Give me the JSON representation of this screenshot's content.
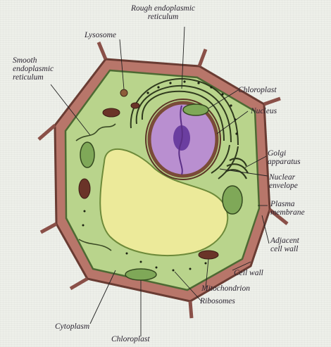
{
  "labels": {
    "rough_er": "Rough endoplasmic reticulum",
    "lysosome": "Lysosome",
    "smooth_er": "Smooth endoplasmic reticulum",
    "chloroplast_top": "Chloroplast",
    "nucleus": "Nucleus",
    "golgi": "Golgi apparatus",
    "nuclear_envelope": "Nuclear envelope",
    "plasma_membrane": "Plasma membrane",
    "adjacent_cell_wall": "Adjacent cell wall",
    "cell_wall": "Cell wall",
    "mitochondrion": "Mitochondrion",
    "ribosomes": "Ribosomes",
    "cytoplasm": "Cytoplasm",
    "chloroplast_bottom": "Chloroplast"
  },
  "colors": {
    "cell_wall": "#b8766a",
    "cytoplasm": "#b9d48c",
    "vacuole": "#ecea9a",
    "nucleus": "#b98fd0",
    "nuclear_envelope": "#7a4b38",
    "nucleolus": "#6b3ea0",
    "leader": "#222222"
  }
}
